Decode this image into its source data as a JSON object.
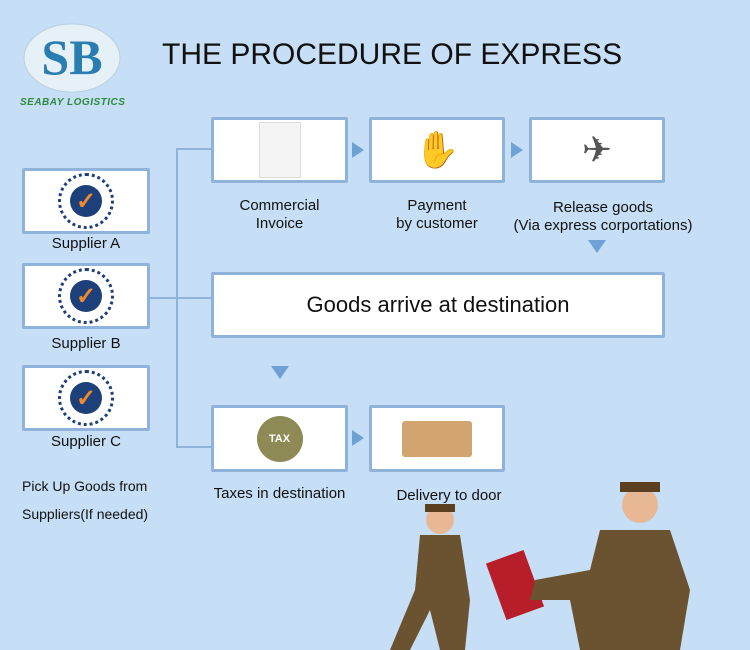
{
  "logo": {
    "text": "SEABAY LOGISTICS",
    "colors": {
      "ring": "#2a7db0",
      "text": "#2e8a3e"
    }
  },
  "title": "THE PROCEDURE OF EXPRESS",
  "suppliers": [
    {
      "label": "Supplier A"
    },
    {
      "label": "Supplier B"
    },
    {
      "label": "Supplier C"
    }
  ],
  "pickup_note": {
    "line1": "Pick Up Goods from",
    "line2": "Suppliers(If needed)"
  },
  "steps": {
    "invoice": {
      "line1": "Commercial",
      "line2": "Invoice"
    },
    "payment": {
      "line1": "Payment",
      "line2": "by customer"
    },
    "release": {
      "line1": "Release goods",
      "line2": "(Via express corportations)"
    },
    "arrive": "Goods arrive at destination",
    "taxes": "Taxes in destination",
    "tax_icon": "TAX",
    "delivery": "Delivery to door"
  },
  "colors": {
    "background": "#c6dff6",
    "box_border": "#8fb3da",
    "arrow": "#6fa0d6"
  }
}
